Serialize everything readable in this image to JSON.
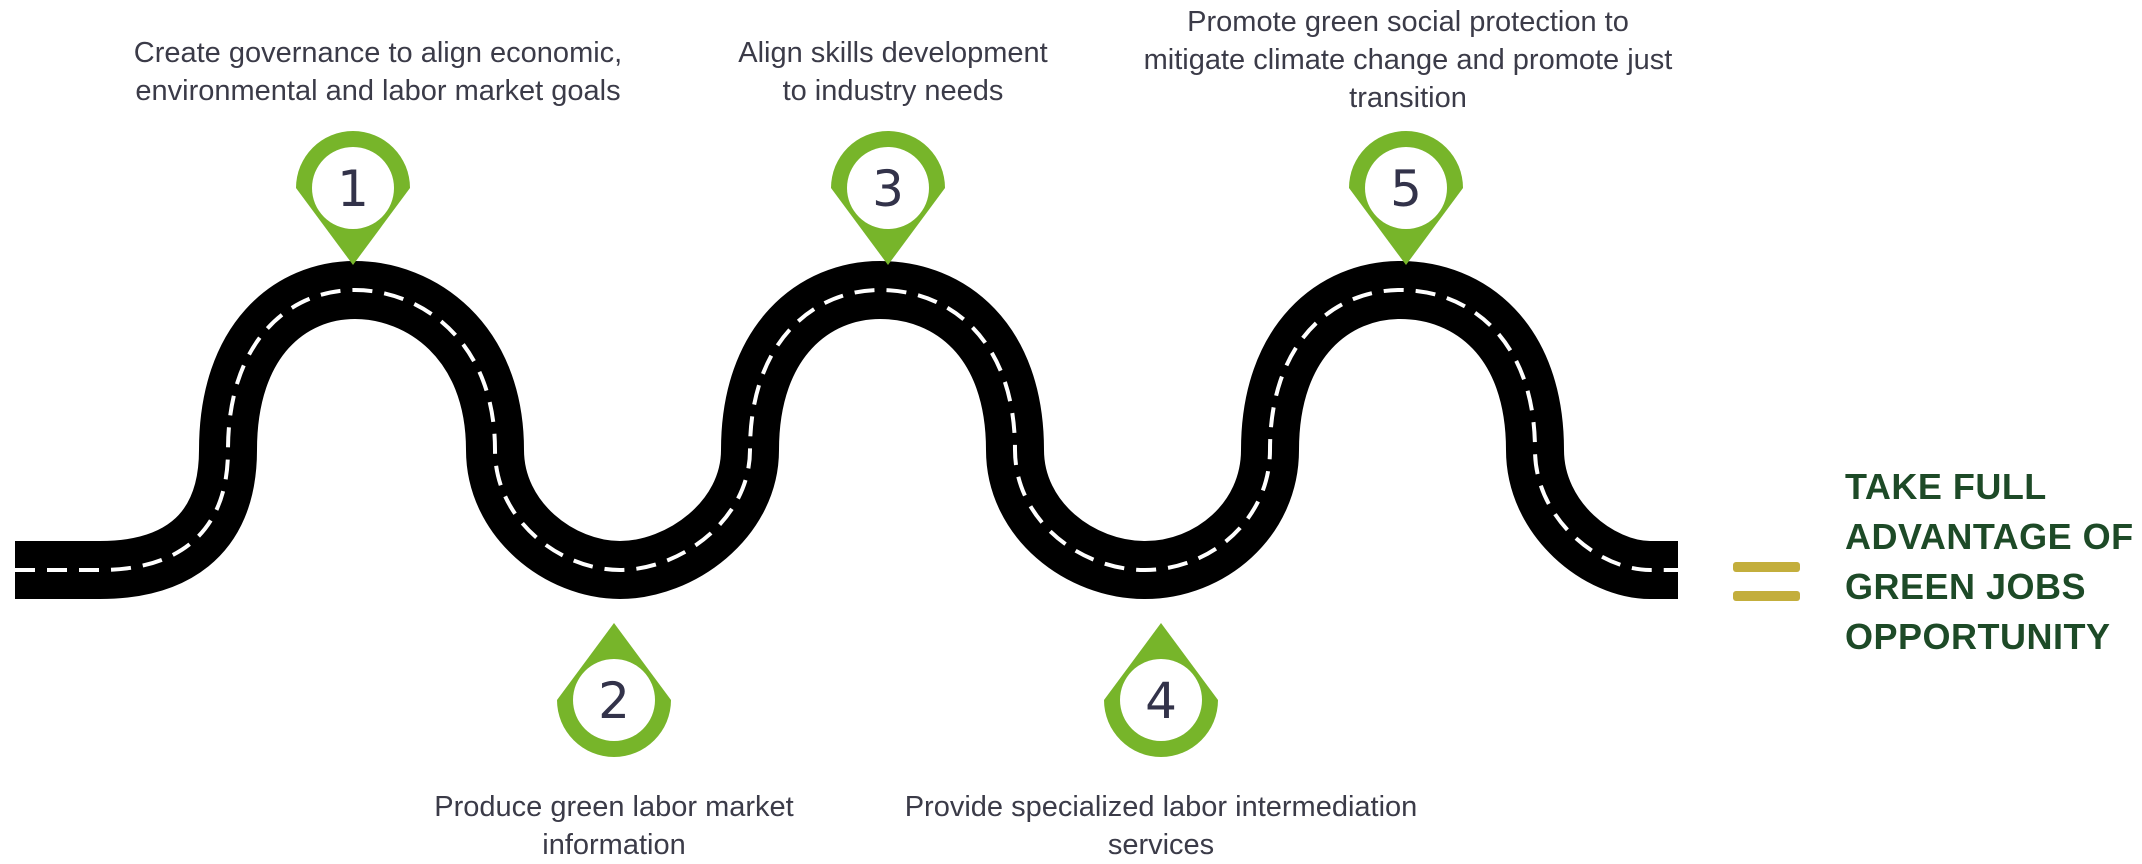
{
  "steps": [
    {
      "number": "1",
      "text": "Create governance to align economic,\nenvironmental and labor market goals"
    },
    {
      "number": "2",
      "text": "Produce green labor market\ninformation"
    },
    {
      "number": "3",
      "text": "Align skills development\nto industry needs"
    },
    {
      "number": "4",
      "text": "Provide specialized labor intermediation\nservices"
    },
    {
      "number": "5",
      "text": "Promote green social protection to\nmitigate climate change and promote just\ntransition"
    }
  ],
  "result": {
    "lines": [
      "TAKE FULL",
      "ADVANTAGE OF",
      "GREEN JOBS",
      "OPPORTUNITY"
    ]
  },
  "colors": {
    "pin_green": "#77b52a",
    "road": "#000000",
    "dash": "#ffffff",
    "equals_gold": "#c3ae3c",
    "result_green": "#1d4a27"
  }
}
